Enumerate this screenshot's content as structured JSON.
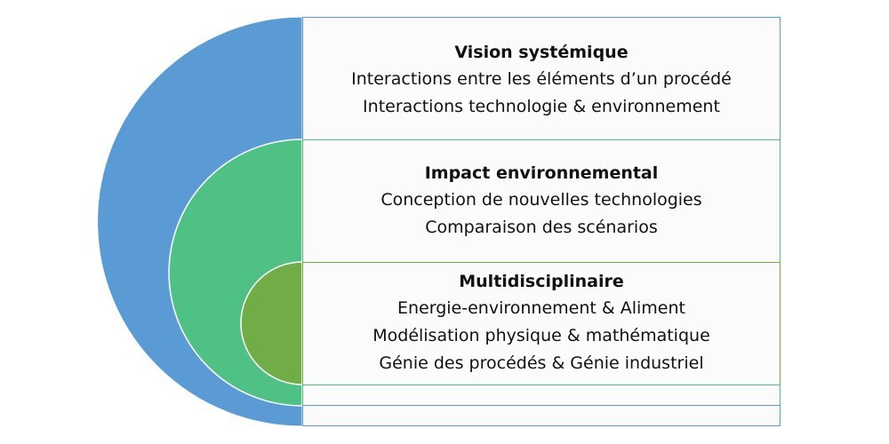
{
  "colors": {
    "outer": "#5b9bd5",
    "middle": "#4fc184",
    "inner": "#70ad47"
  },
  "sections": [
    {
      "title": "Vision systémique",
      "lines": [
        "Interactions entre les éléments d’un procédé",
        "Interactions technologie & environnement"
      ]
    },
    {
      "title": "Impact environnemental",
      "lines": [
        "Conception de nouvelles technologies",
        "Comparaison des scénarios"
      ]
    },
    {
      "title": "Multidisciplinaire",
      "lines": [
        "Energie-environnement & Aliment",
        "Modélisation physique & mathématique",
        "Génie des procédés & Génie industriel"
      ]
    }
  ]
}
